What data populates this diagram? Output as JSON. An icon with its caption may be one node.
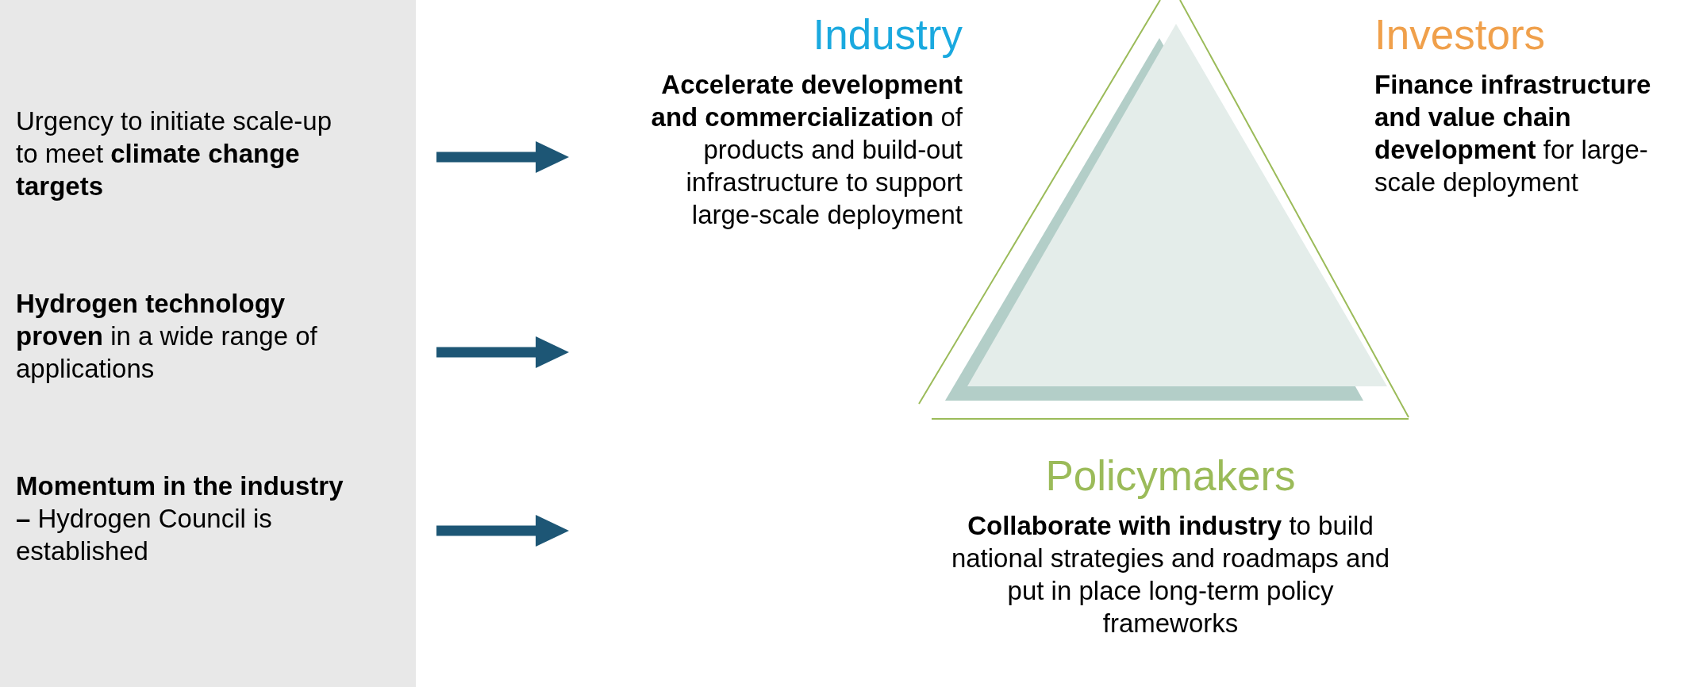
{
  "diagram": {
    "nodes": [
      {
        "text": [],
        "shape": "box"
      },
      {
        "text": [
          "Urgency to initiate scale-up to meet **climate change targets**"
        ],
        "in": 0
      },
      {
        "text": [
          "**Hydrogen technology proven** in a wide range of applications"
        ],
        "in": 0
      },
      {
        "text": [
          "**Momentum in the industry –** Hydrogen Council is established"
        ],
        "in": 0
      },
      {
        "text": [
          "Industry",
          "**Accelerate development and commercialization** of products and build-out infrastructure to support large-scale deployment"
        ]
      },
      {
        "text": [
          "Investors",
          "**Finance infrastructure and value chain development** for large-scale deployment"
        ]
      },
      {
        "text": [
          "Policymakers",
          "**Collaborate with industry** to build national strategies and roadmaps and put in place long-term policy frameworks"
        ]
      }
    ]
  }
}
